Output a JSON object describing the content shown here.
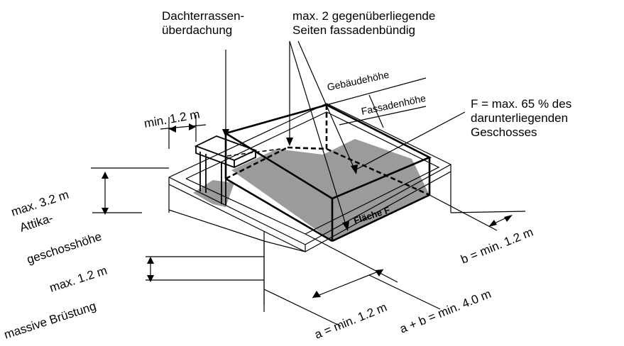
{
  "labels": {
    "roof_cover_1": "Dachterrassen-",
    "roof_cover_2": "überdachung",
    "flush_1": "max. 2 gegenüberliegende",
    "flush_2": "Seiten fassadenbündig",
    "building_height": "Gebäudehöhe",
    "facade_height": "Fassadenhöhe",
    "area_rule_1": "F = max. 65 % des",
    "area_rule_2": "darunterliegenden",
    "area_rule_3": "Geschosses",
    "min_setback": "min. 1.2 m",
    "attic_height_1": "max. 3.2 m",
    "attic_height_2": "Attika-",
    "attic_height_3": "geschosshöhe",
    "area_f": "Fläche F",
    "parapet_1": "max. 1.2 m",
    "parapet_2": "massive Brüstung",
    "dim_b": "b = min. 1.2 m",
    "dim_a": "a = min. 1.2 m",
    "dim_ab": "a + b = min. 4.0 m"
  },
  "colors": {
    "line": "#000000",
    "shade": "#9b9b9b",
    "background": "#ffffff"
  }
}
